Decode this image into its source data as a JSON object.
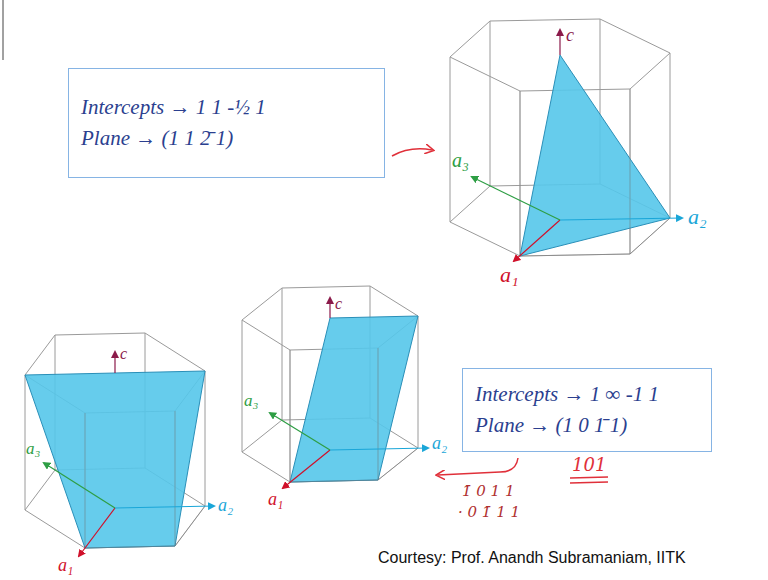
{
  "diagram": {
    "nodes": [
      {
        "text": [
          "Intercepts → 1 1 -½ 1",
          "Plane → (1 1 2̄ 1)"
        ]
      },
      {
        "text": [
          "Intercepts → 1 ∞ -1 1",
          "Plane → (1 0 1̄ 1)"
        ]
      }
    ],
    "labels": [
      "c",
      "a₃",
      "a₂",
      "a₁",
      "c",
      "a₃",
      "a₂",
      "a₁",
      "c",
      "a₃",
      "a₂",
      "a₁",
      "101",
      "1̄ 0 1 1",
      "· 0 1̄ 1 1",
      "Courtesy: Prof. Anandh Subramaniam, IITK"
    ]
  }
}
